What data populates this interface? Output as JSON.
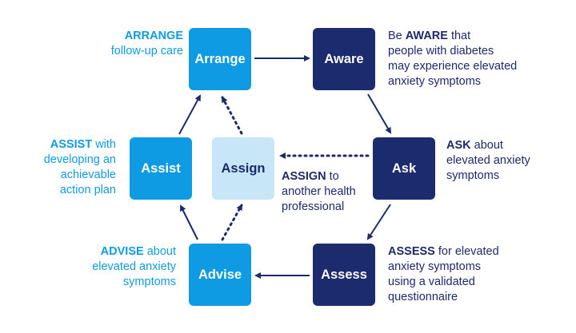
{
  "boxes": {
    "arrange": "Arrange",
    "aware": "Aware",
    "assist": "Assist",
    "assign": "Assign",
    "ask": "Ask",
    "advise": "Advise",
    "assess": "Assess"
  },
  "captions": {
    "arrange": {
      "bold": "ARRANGE",
      "l1": "",
      "l2": "follow-up care"
    },
    "aware": {
      "pre": "Be ",
      "bold": "AWARE",
      "l1": " that",
      "l2": "people with diabetes",
      "l3": "may experience elevated",
      "l4": "anxiety symptoms"
    },
    "assist": {
      "bold": "ASSIST",
      "l1": " with",
      "l2": "developing an",
      "l3": "achievable",
      "l4": "action plan"
    },
    "assign": {
      "bold": "ASSIGN",
      "l1": " to",
      "l2": "another health",
      "l3": "professional"
    },
    "ask": {
      "bold": "ASK",
      "l1": " about",
      "l2": "elevated anxiety",
      "l3": "symptoms"
    },
    "advise": {
      "bold": "ADVISE",
      "l1": " about",
      "l2": "elevated anxiety",
      "l3": "symptoms"
    },
    "assess": {
      "bold": "ASSESS",
      "l1": " for elevated",
      "l2": "anxiety symptoms",
      "l3": "using a validated",
      "l4": "questionnaire"
    }
  },
  "colors": {
    "light_blue": "#0f9be3",
    "dark_navy": "#1c2a6e",
    "pale_blue": "#c7e6f8"
  }
}
